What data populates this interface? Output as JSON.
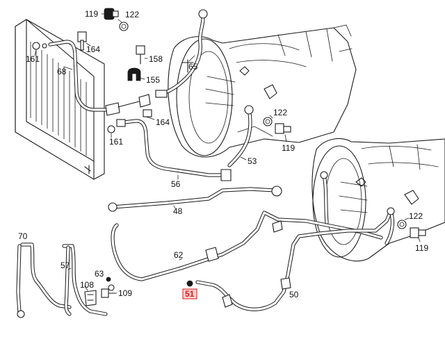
{
  "diagram": {
    "part_labels": [
      {
        "id": "119a",
        "text": "119"
      },
      {
        "id": "122a",
        "text": "122"
      },
      {
        "id": "164a",
        "text": "164"
      },
      {
        "id": "161a",
        "text": "161"
      },
      {
        "id": "158",
        "text": "158"
      },
      {
        "id": "68",
        "text": "68"
      },
      {
        "id": "65",
        "text": "65"
      },
      {
        "id": "155",
        "text": "155"
      },
      {
        "id": "122b",
        "text": "122"
      },
      {
        "id": "164b",
        "text": "164"
      },
      {
        "id": "161b",
        "text": "161"
      },
      {
        "id": "119b",
        "text": "119"
      },
      {
        "id": "53",
        "text": "53"
      },
      {
        "id": "56",
        "text": "56"
      },
      {
        "id": "48",
        "text": "48"
      },
      {
        "id": "122c",
        "text": "122"
      },
      {
        "id": "119c",
        "text": "119"
      },
      {
        "id": "70",
        "text": "70"
      },
      {
        "id": "62",
        "text": "62"
      },
      {
        "id": "57",
        "text": "57"
      },
      {
        "id": "63",
        "text": "63"
      },
      {
        "id": "108",
        "text": "108"
      },
      {
        "id": "109",
        "text": "109"
      },
      {
        "id": "51",
        "text": "51",
        "highlighted": true
      },
      {
        "id": "50",
        "text": "50"
      }
    ],
    "highlight_color": "#d81b1b"
  }
}
